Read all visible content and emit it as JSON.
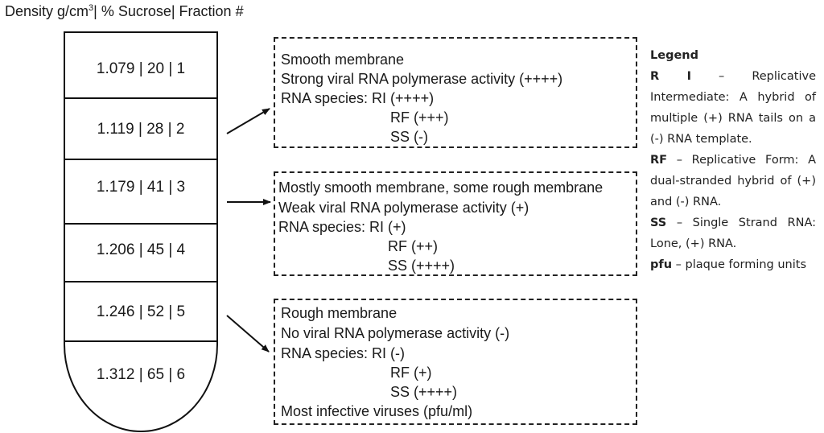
{
  "header": {
    "pre": "Density  g/cm",
    "sup": "3",
    "post": "| % Sucrose| Fraction #"
  },
  "fractions": [
    {
      "label": "1.079 | 20 | 1"
    },
    {
      "label": "1.119 | 28 | 2"
    },
    {
      "label": "1.179 | 41 | 3"
    },
    {
      "label": "1.206 | 45 | 4"
    },
    {
      "label": "1.246 | 52 | 5"
    },
    {
      "label": "1.312 | 65 | 6"
    }
  ],
  "boxes": [
    {
      "lines": [
        "Smooth membrane",
        "Strong viral RNA polymerase activity (++++)",
        "RNA species: RI (++++)",
        "RF (+++)",
        "SS (-)"
      ]
    },
    {
      "lines": [
        "Mostly smooth membrane, some rough membrane",
        "Weak viral RNA polymerase activity (+)",
        "RNA species: RI (+)",
        "RF (++)",
        "SS (++++)"
      ]
    },
    {
      "lines": [
        "Rough membrane",
        "No viral RNA polymerase activity (-)",
        "RNA species: RI (-)",
        "RF (+)",
        "SS (++++)",
        "Most infective viruses (pfu/ml)"
      ]
    }
  ],
  "legend": {
    "title": "Legend",
    "entries": [
      {
        "term": "R I",
        "text": " – Replicative Intermediate: A hybrid of multiple (+) RNA tails on a (-) RNA template."
      },
      {
        "term": "RF",
        "text": " – Replicative Form: A dual-stranded hybrid of (+) and (-) RNA."
      },
      {
        "term": "SS",
        "text": " – Single Strand RNA: Lone, (+) RNA."
      },
      {
        "term": "pfu",
        "text": " – plaque forming units"
      }
    ]
  }
}
